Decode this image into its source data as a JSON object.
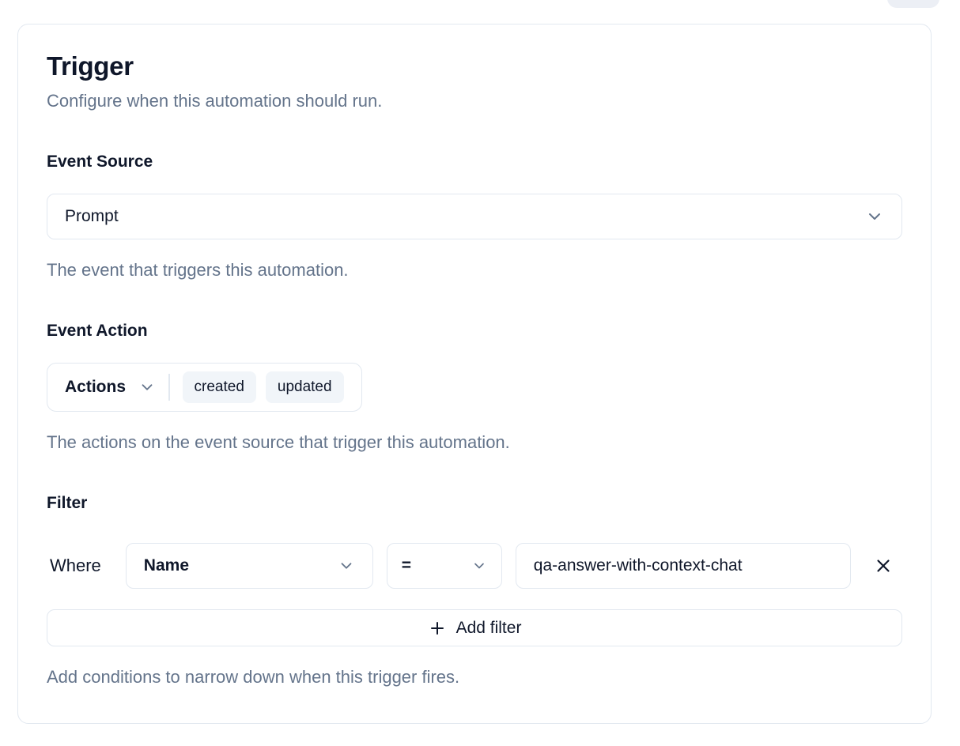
{
  "page": {
    "title": "Trigger",
    "subtitle": "Configure when this automation should run."
  },
  "event_source": {
    "label": "Event Source",
    "value": "Prompt",
    "help": "The event that triggers this automation."
  },
  "event_action": {
    "label": "Event Action",
    "dropdown_label": "Actions",
    "selected": [
      "created",
      "updated"
    ],
    "help": "The actions on the event source that trigger this automation."
  },
  "filter": {
    "label": "Filter",
    "where_label": "Where",
    "field_value": "Name",
    "operator_value": "=",
    "value": "qa-answer-with-context-chat",
    "add_button_label": "Add filter",
    "help": "Add conditions to narrow down when this trigger fires."
  },
  "icons": {
    "chevron_down": "⌄",
    "close": "✕",
    "plus": "+"
  },
  "colors": {
    "card_bg": "#ffffff",
    "border": "#e2e8f0",
    "text_primary": "#0f172a",
    "text_muted": "#64748b",
    "badge_bg": "#f1f5f9"
  }
}
